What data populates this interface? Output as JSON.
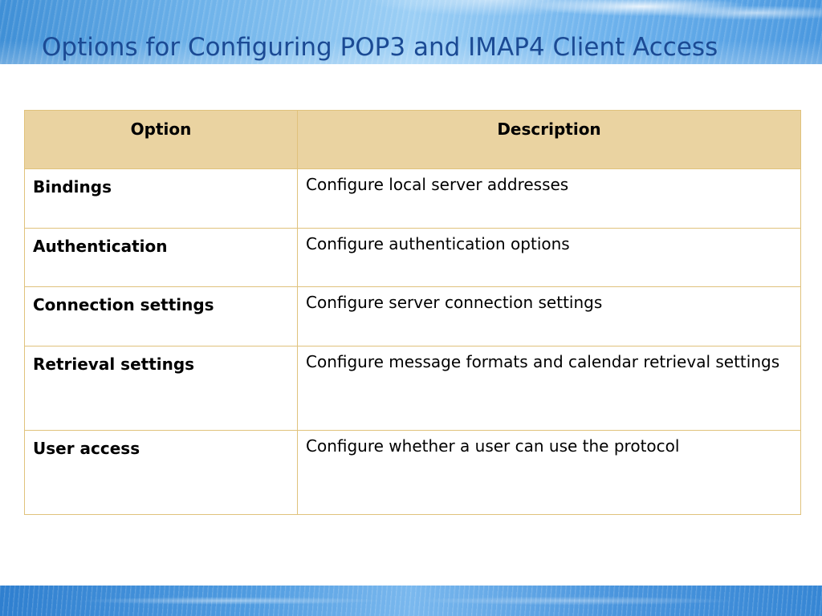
{
  "slide": {
    "title": "Options for Configuring POP3 and IMAP4 Client Access",
    "colors": {
      "title_text": "#1b4a94",
      "table_header_bg": "#ead3a1",
      "table_border": "#e0c27c",
      "banner_blue": "#6fb3ea"
    }
  },
  "table": {
    "headers": [
      "Option",
      "Description"
    ],
    "rows": [
      {
        "option": "Bindings",
        "description": "Configure local server addresses"
      },
      {
        "option": "Authentication",
        "description": "Configure authentication options"
      },
      {
        "option": "Connection settings",
        "description": "Configure server connection settings"
      },
      {
        "option": "Retrieval settings",
        "description": "Configure message formats and calendar retrieval settings"
      },
      {
        "option": "User access",
        "description": "Configure whether a user can use the protocol"
      }
    ]
  }
}
